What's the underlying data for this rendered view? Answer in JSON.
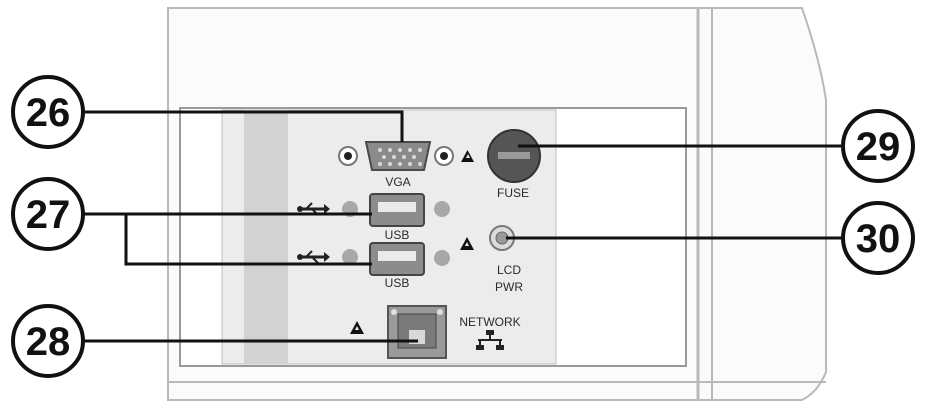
{
  "callouts": {
    "c26": "26",
    "c27": "27",
    "c28": "28",
    "c29": "29",
    "c30": "30"
  },
  "panel_labels": {
    "vga": "VGA",
    "usb_top": "USB",
    "usb_bottom": "USB",
    "fuse": "FUSE",
    "lcd_line1": "LCD",
    "lcd_line2": "PWR",
    "network": "NETWORK"
  },
  "icons": {
    "usb": "usb-symbol-icon",
    "network": "network-symbol-icon",
    "warning": "esd-warning-icon"
  }
}
